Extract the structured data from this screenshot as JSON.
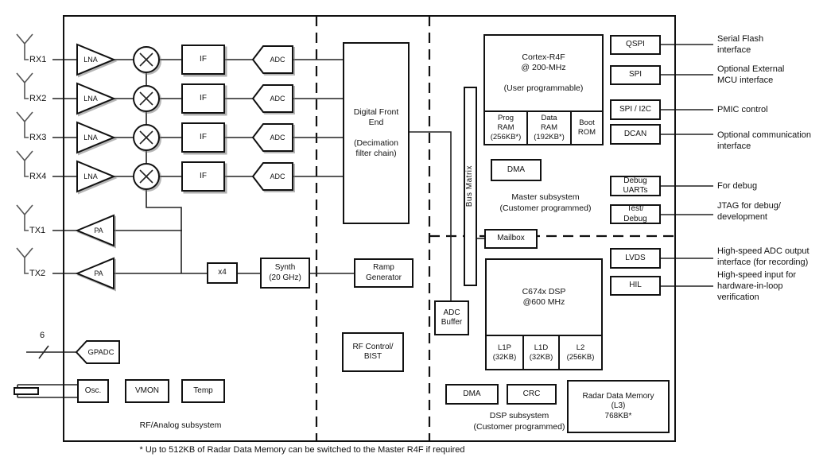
{
  "footnote": "* Up to 512KB of Radar Data Memory can be switched to the Master R4F if required",
  "rf_analog": {
    "rx_chains": [
      {
        "label": "RX1",
        "lna": "LNA",
        "if": "IF",
        "adc": "ADC"
      },
      {
        "label": "RX2",
        "lna": "LNA",
        "if": "IF",
        "adc": "ADC"
      },
      {
        "label": "RX3",
        "lna": "LNA",
        "if": "IF",
        "adc": "ADC"
      },
      {
        "label": "RX4",
        "lna": "LNA",
        "if": "IF",
        "adc": "ADC"
      }
    ],
    "tx_chains": [
      {
        "label": "TX1",
        "pa": "PA"
      },
      {
        "label": "TX2",
        "pa": "PA"
      }
    ],
    "lo_multiplier": "x4",
    "synth": "Synth\n(20 GHz)",
    "gpadc": "GPADC",
    "gpadc_bus_width": "6",
    "osc": "Osc.",
    "vmon": "VMON",
    "temp": "Temp",
    "subsystem_label": "RF/Analog subsystem"
  },
  "digital_front_end": "Digital Front\nEnd\n\n(Decimation\nfilter chain)",
  "ramp_generator": "Ramp\nGenerator",
  "rf_control_bist": "RF Control/\nBIST",
  "adc_buffer": "ADC\nBuffer",
  "bus_matrix": "Bus Matrix",
  "master_subsystem": {
    "cortex": "Cortex-R4F\n@ 200-MHz\n\n(User programmable)",
    "prog_ram": "Prog\nRAM\n(256KB*)",
    "data_ram": "Data\nRAM\n(192KB*)",
    "boot_rom": "Boot\nROM",
    "dma": "DMA",
    "mailbox": "Mailbox",
    "subsystem_label": "Master subsystem\n(Customer programmed)"
  },
  "dsp_subsystem": {
    "core": "C674x DSP\n@600 MHz",
    "l1p": "L1P\n(32KB)",
    "l1d": "L1D\n(32KB)",
    "l2": "L2\n(256KB)",
    "dma": "DMA",
    "crc": "CRC",
    "radar_data_memory": "Radar Data Memory\n(L3)\n768KB*",
    "subsystem_label": "DSP subsystem\n(Customer programmed)"
  },
  "peripherals": [
    {
      "label": "QSPI",
      "annotation": "Serial Flash\ninterface"
    },
    {
      "label": "SPI",
      "annotation": "Optional External\nMCU interface"
    },
    {
      "label": "SPI / I2C",
      "annotation": "PMIC control"
    },
    {
      "label": "DCAN",
      "annotation": "Optional communication\ninterface"
    },
    {
      "label": "Debug\nUARTs",
      "annotation": "For debug"
    },
    {
      "label": "Test/\nDebug",
      "annotation": "JTAG for debug/\ndevelopment"
    },
    {
      "label": "LVDS",
      "annotation": "High-speed ADC output\ninterface (for recording)"
    },
    {
      "label": "HIL",
      "annotation": "High-speed input for\nhardware-in-loop\nverification"
    }
  ],
  "colors": {
    "line": "#1a1a1a",
    "background": "#ffffff"
  }
}
